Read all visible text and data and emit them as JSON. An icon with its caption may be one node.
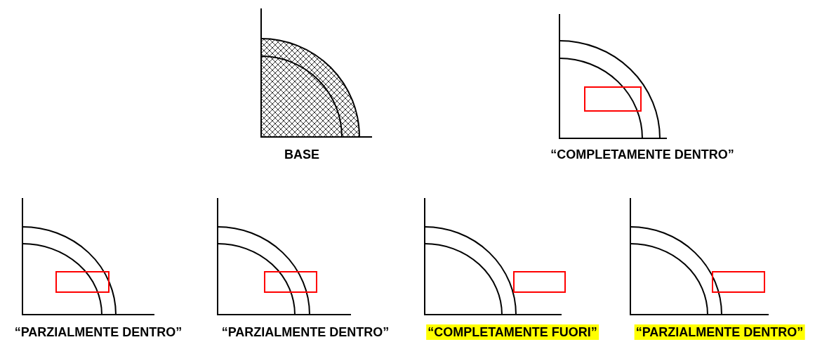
{
  "diagram": {
    "labels": [
      "BASE",
      "“COMPLETAMENTE DENTRO”",
      "“PARZIALMENTE DENTRO”",
      "“PARZIALMENTE DENTRO”",
      "“COMPLETAMENTE FUORI”",
      "“PARZIALMENTE DENTRO”"
    ]
  }
}
